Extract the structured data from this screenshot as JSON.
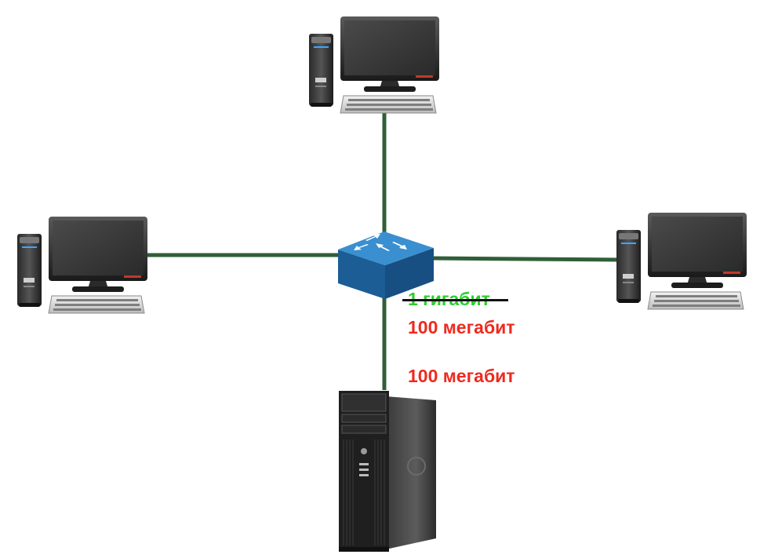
{
  "colors": {
    "cable": "#2f5f38",
    "old_speed": "#2ecc2e",
    "new_speed": "#ee2a1f",
    "strike": "#111111",
    "switch_top": "#3a8fd0",
    "switch_side": "#1c5d96"
  },
  "icons": {
    "switch": "network-switch-icon",
    "workstation": "desktop-computer-icon",
    "server": "tower-server-icon"
  },
  "labels": {
    "old_speed": "1 гигабит",
    "new_speed": "100 мегабит",
    "server_speed": "100 мегабит"
  }
}
